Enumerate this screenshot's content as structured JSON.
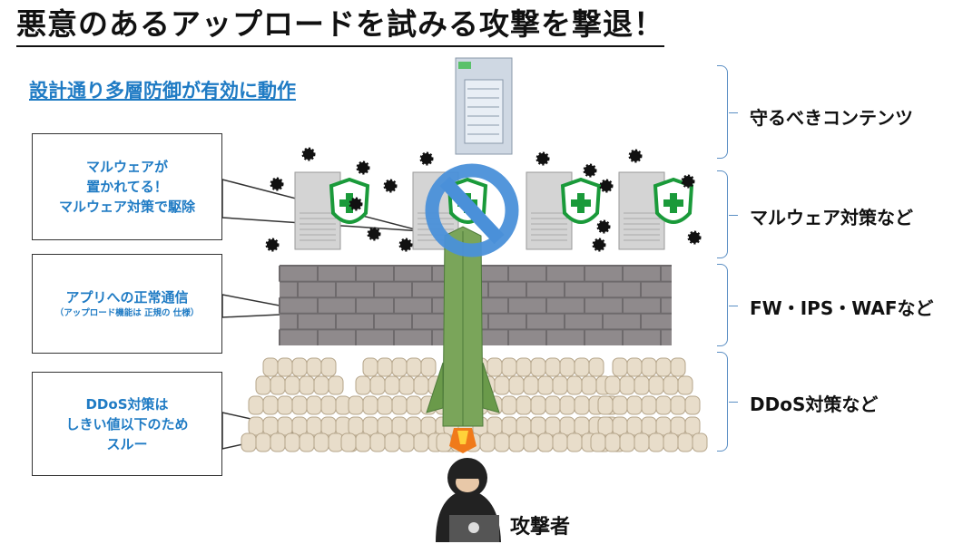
{
  "title": "悪意のあるアップロードを試みる攻撃を撃退！",
  "subtitle": "設計通り多層防御が有効に動作",
  "callouts": [
    {
      "lines": [
        "マルウェアが",
        "置かれてる！",
        "マルウェア対策で駆除"
      ]
    },
    {
      "lines": [
        "アプリへの正常通信",
        "（アップロード機能は 正規の 仕様）"
      ]
    },
    {
      "lines": [
        "DDoS対策は",
        "しきい値以下のため",
        "スルー"
      ]
    }
  ],
  "layers": [
    "守るべきコンテンツ",
    "マルウェア対策など",
    "FW・IPS・WAFなど",
    "DDoS対策など"
  ],
  "attacker_label": "攻撃者",
  "colors": {
    "accent": "#1f7bc4",
    "bracket": "#5b8fc4",
    "shield": "#1a9a3a",
    "block": "#4a90d9"
  }
}
